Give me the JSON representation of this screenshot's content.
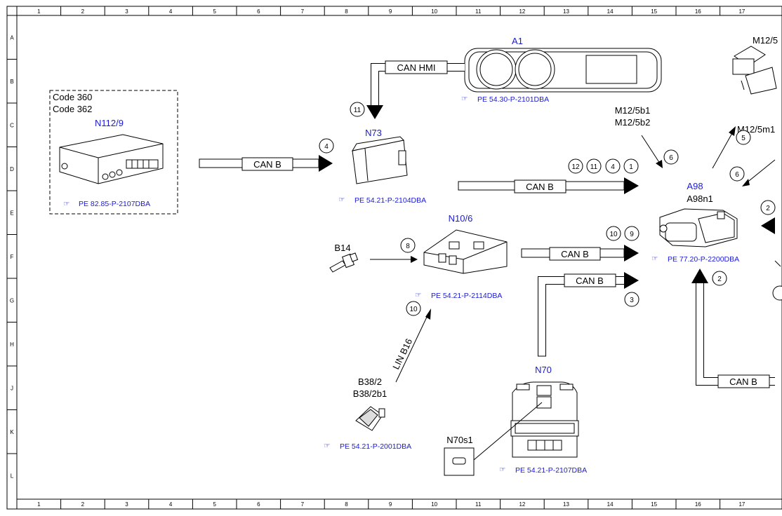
{
  "grid": {
    "columns": [
      "1",
      "2",
      "3",
      "4",
      "5",
      "6",
      "7",
      "8",
      "9",
      "10",
      "11",
      "12",
      "13",
      "14",
      "15",
      "16",
      "17"
    ],
    "rows": [
      "A",
      "B",
      "C",
      "D",
      "E",
      "F",
      "G",
      "H",
      "J",
      "K",
      "L"
    ]
  },
  "components": {
    "a1": {
      "label": "A1",
      "ref": "PE 54.30-P-2101DBA"
    },
    "n112_9": {
      "code1": "Code 360",
      "code2": "Code 362",
      "label": "N112/9",
      "ref": "PE 82.85-P-2107DBA"
    },
    "n73": {
      "label": "N73",
      "ref": "PE 54.21-P-2104DBA"
    },
    "n10_6": {
      "label": "N10/6",
      "ref": "PE 54.21-P-2114DBA"
    },
    "b14": {
      "label": "B14"
    },
    "b38_2": {
      "label1": "B38/2",
      "label2": "B38/2b1",
      "ref": "PE 54.21-P-2001DBA"
    },
    "n70": {
      "label": "N70",
      "ref": "PE 54.21-P-2107DBA"
    },
    "n70s1": {
      "label": "N70s1"
    },
    "a98": {
      "label": "A98",
      "sublabel": "A98n1",
      "ref": "PE 77.20-P-2200DBA"
    },
    "m12_5b": {
      "label1": "M12/5b1",
      "label2": "M12/5b2"
    },
    "m12_top": {
      "label": "M12/5"
    },
    "m12_m": {
      "label": "M12/5m1"
    }
  },
  "buses": {
    "can_hmi": "CAN HMI",
    "can_b1": "CAN B",
    "can_b2": "CAN B",
    "can_b3": "CAN B",
    "can_b4": "CAN B",
    "can_b5": "CAN B",
    "lin_b16": "LIN B16"
  },
  "signals": {
    "s11_hmi": "11",
    "s4_n112": "4",
    "s12": "12",
    "s11": "11",
    "s4": "4",
    "s1": "1",
    "s10_n10": "10",
    "s9": "9",
    "s8": "8",
    "s3": "3",
    "s10_lin": "10",
    "s6_m12": "6",
    "s5": "5",
    "s6_right": "6",
    "s2_right": "2",
    "s2_bottom": "2"
  }
}
